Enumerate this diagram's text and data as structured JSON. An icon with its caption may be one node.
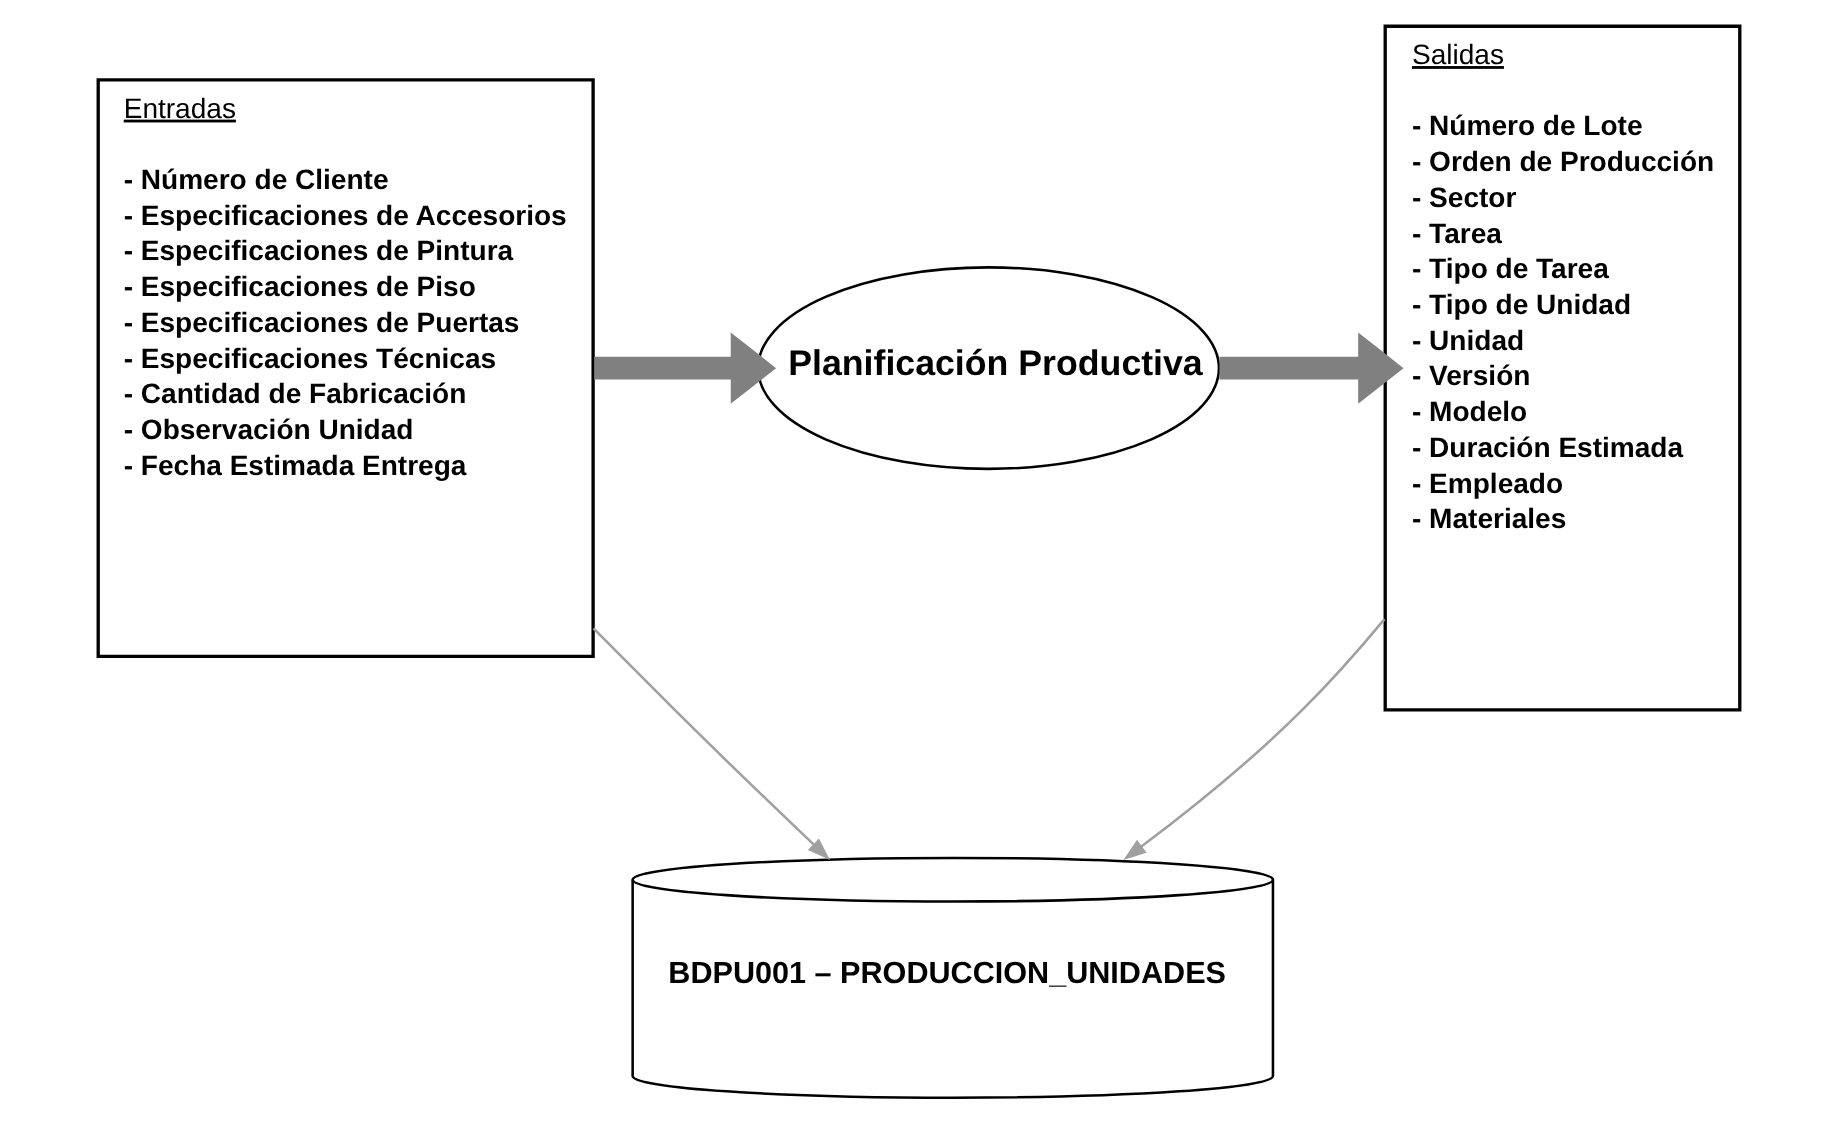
{
  "diagram": {
    "nodes": [
      {
        "text": [
          "Entradas",
          "- Número de Cliente",
          "- Especificaciones de Accesorios",
          "- Especificaciones de Pintura",
          "- Especificaciones de Piso",
          "- Especificaciones de Puertas",
          "- Especificaciones Técnicas",
          "- Cantidad de Fabricación",
          "- Observación Unidad",
          "- Fecha Estimada Entrega"
        ]
      },
      {
        "text": [
          "Planificación Productiva"
        ]
      },
      {
        "text": [
          "Salidas",
          "- Número de Lote",
          "- Orden de Producción",
          "- Sector",
          "- Tarea",
          "- Tipo de Tarea",
          "- Tipo de Unidad",
          "- Unidad",
          "- Versión",
          "- Modelo",
          "- Duración Estimada",
          "- Empleado",
          "- Materiales"
        ]
      },
      {
        "text": [
          "BDPU001 – PRODUCCION_UNIDADES"
        ]
      }
    ],
    "edges": [
      {
        "from": 0,
        "to": 1,
        "arrow": "to",
        "style": "thick",
        "color": "#808080"
      },
      {
        "from": 1,
        "to": 2,
        "arrow": "to",
        "style": "thick",
        "color": "#808080"
      },
      {
        "from": 0,
        "to": 3,
        "arrow": "to"
      },
      {
        "from": 2,
        "to": 3,
        "arrow": "to"
      }
    ]
  }
}
